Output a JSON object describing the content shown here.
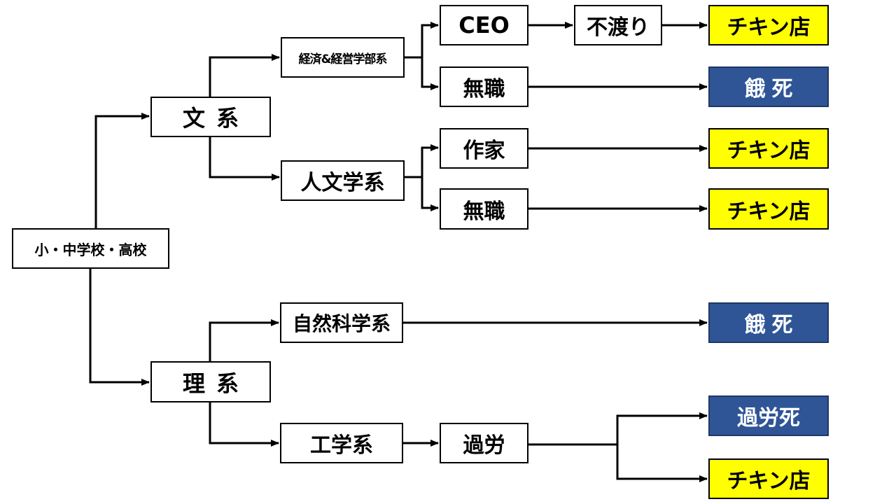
{
  "colors": {
    "line": "#000000",
    "box_fill": "#ffffff",
    "yellow_fill": "#ffff00",
    "blue_fill": "#2f5597",
    "blue_text": "#ffffff"
  },
  "nodes": {
    "school": "小・中学校・高校",
    "humanities": "文系",
    "science": "理系",
    "econ": "経済&経営学部系",
    "liberal_arts": "人文学系",
    "natural_sci": "自然科学系",
    "engineering": "工学系",
    "ceo": "CEO",
    "unemployed_1": "無職",
    "writer": "作家",
    "unemployed_2": "無職",
    "overwork": "過労",
    "bounced_check": "不渡り"
  },
  "outcomes": {
    "ceo_path": "チキン店",
    "econ_unemployed": "餓死",
    "writer": "チキン店",
    "liberal_unemployed": "チキン店",
    "natural_sci": "餓死",
    "overwork_death": "過労死",
    "overwork_chicken": "チキン店"
  }
}
